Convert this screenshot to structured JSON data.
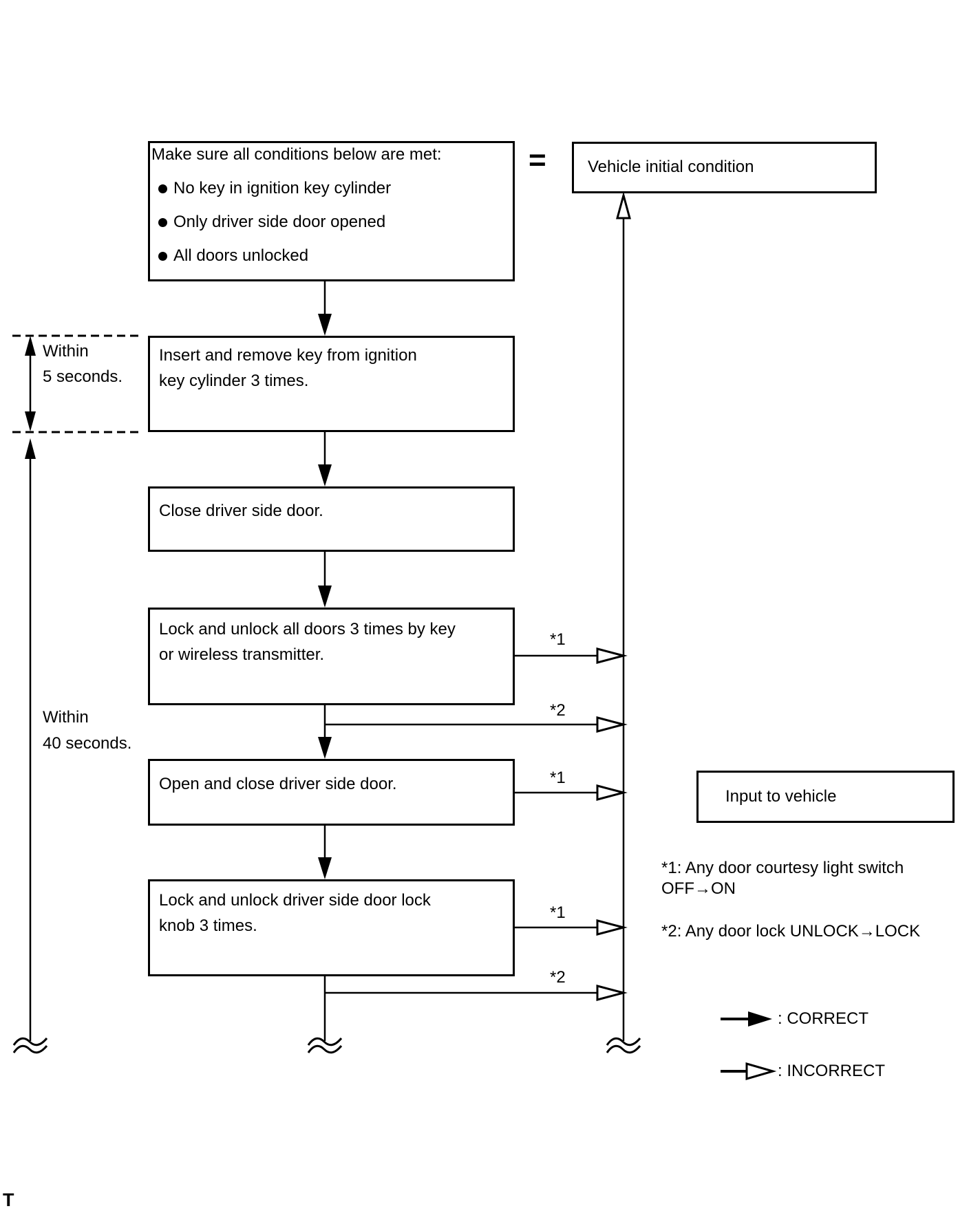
{
  "colors": {
    "ink": "#000000",
    "paper": "#ffffff"
  },
  "flow": {
    "conditions": {
      "title": "Make sure all conditions below are met:",
      "bullets": [
        "No key in ignition key cylinder",
        "Only driver side door opened",
        "All doors unlocked"
      ]
    },
    "equals_sign": "=",
    "vehicle_initial": "Vehicle initial condition",
    "insert_key": [
      "Insert and remove key from ignition",
      "key cylinder 3 times."
    ],
    "close_door": "Close driver side door.",
    "lock_all_doors": [
      "Lock and unlock all doors 3 times by key",
      "or wireless transmitter."
    ],
    "open_close_door": "Open and close driver side door.",
    "lock_knob": [
      "Lock and unlock driver side door lock",
      "knob 3 times."
    ],
    "input_to_vehicle": "Input to vehicle",
    "within_5": [
      "Within",
      "5 seconds."
    ],
    "within_40": [
      "Within",
      "40 seconds."
    ],
    "ref_marks": {
      "b4_r1": "*1",
      "b4_r2": "*2",
      "b5_r1": "*1",
      "b6_r1": "*1",
      "b6_r2": "*2"
    },
    "notes": {
      "n1": [
        "*1: Any door courtesy light switch",
        "OFF→ON"
      ],
      "n2": "*2: Any door lock UNLOCK→LOCK"
    },
    "legend": {
      "correct": ": CORRECT",
      "incorrect": ": INCORRECT"
    },
    "page_mark": "T"
  }
}
